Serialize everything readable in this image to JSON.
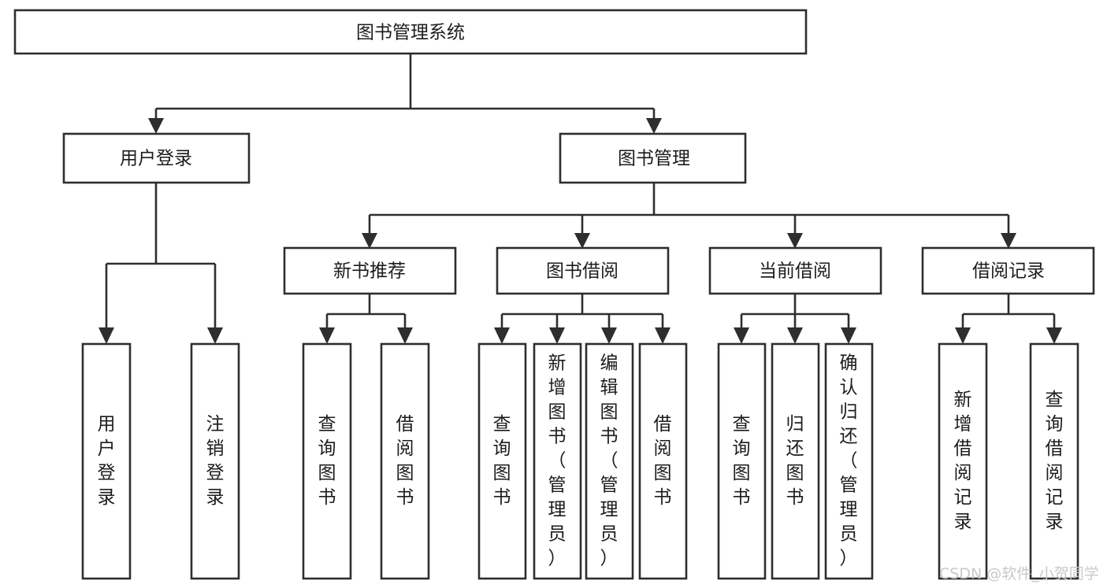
{
  "diagram": {
    "type": "tree",
    "title": "图书管理系统",
    "root": {
      "id": "root",
      "label": "图书管理系统"
    },
    "level2": [
      {
        "id": "user-login",
        "label": "用户登录"
      },
      {
        "id": "book-management",
        "label": "图书管理"
      }
    ],
    "level3": [
      {
        "id": "new-book-recommend",
        "label": "新书推荐",
        "parent": "book-management"
      },
      {
        "id": "book-borrow",
        "label": "图书借阅",
        "parent": "book-management"
      },
      {
        "id": "current-borrow",
        "label": "当前借阅",
        "parent": "book-management"
      },
      {
        "id": "borrow-record",
        "label": "借阅记录",
        "parent": "book-management"
      }
    ],
    "leaves": {
      "user-login": [
        {
          "id": "leaf-user-login",
          "label": "用户登录"
        },
        {
          "id": "leaf-user-logout",
          "label": "注销登录"
        }
      ],
      "new-book-recommend": [
        {
          "id": "leaf-query-book-1",
          "label": "查询图书"
        },
        {
          "id": "leaf-borrow-book-1",
          "label": "借阅图书"
        }
      ],
      "book-borrow": [
        {
          "id": "leaf-query-book-2",
          "label": "查询图书"
        },
        {
          "id": "leaf-add-book",
          "label": "新增图书（管理员）"
        },
        {
          "id": "leaf-edit-book",
          "label": "编辑图书（管理员）"
        },
        {
          "id": "leaf-borrow-book-2",
          "label": "借阅图书"
        }
      ],
      "current-borrow": [
        {
          "id": "leaf-query-book-3",
          "label": "查询图书"
        },
        {
          "id": "leaf-return-book",
          "label": "归还图书"
        },
        {
          "id": "leaf-confirm-return",
          "label": "确认归还（管理员）"
        }
      ],
      "borrow-record": [
        {
          "id": "leaf-add-record",
          "label": "新增借阅记录"
        },
        {
          "id": "leaf-query-record",
          "label": "查询借阅记录"
        }
      ]
    }
  },
  "style": {
    "box_stroke": "#2e2e2e",
    "box_fill": "#ffffff",
    "text_color": "#1c1c1c",
    "background": "#ffffff",
    "watermark_color": "#c9c9c9"
  },
  "watermark": {
    "text": "CSDN @软件_小贺同学"
  }
}
